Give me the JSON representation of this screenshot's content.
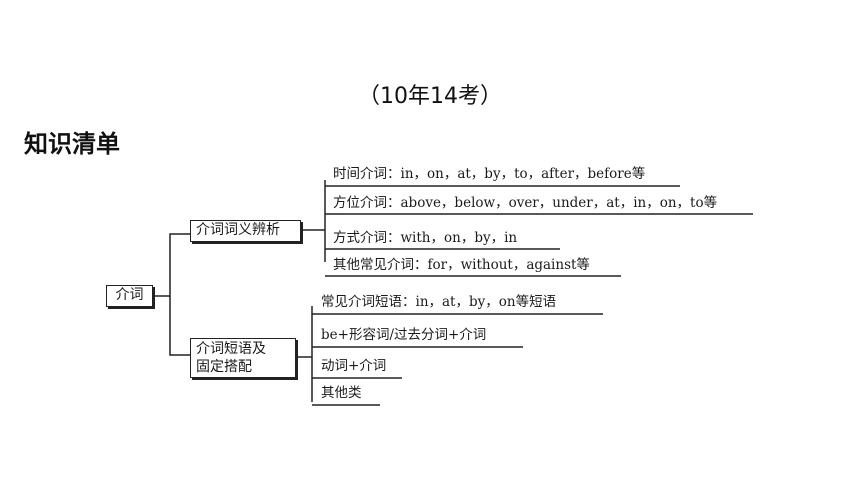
{
  "header": {
    "text": "（10年14考）"
  },
  "section_title": "知识清单",
  "diagram": {
    "root": "介词",
    "branches": [
      {
        "label": "介词词义辨析",
        "leaves": [
          "时间介词：in，on，at，by，to，after，before等",
          "方位介词：above，below，over，under，at，in，on，to等",
          "方式介词：with，on，by，in",
          "其他常见介词：for，without，against等"
        ]
      },
      {
        "label": "介词短语及固定搭配",
        "label_lines": [
          "介词短语及",
          "固定搭配"
        ],
        "leaves": [
          "常见介词短语：in，at，by，on等短语",
          "be+形容词/过去分词+介词",
          "动词+介词",
          "其他类"
        ]
      }
    ]
  }
}
